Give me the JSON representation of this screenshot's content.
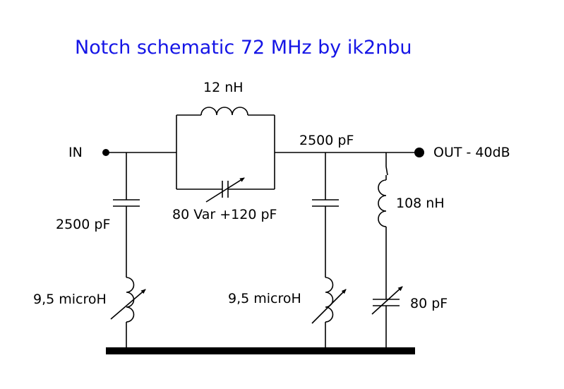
{
  "title": "Notch schematic 72 MHz by ik2nbu",
  "labels": {
    "input": "IN",
    "output": "OUT - 40dB",
    "series_inductor": "12 nH",
    "series_var_cap": "80 Var +120 pF",
    "shunt_cap_left": "2500 pF",
    "shunt_ind_left": "9,5 microH",
    "coupling_cap": "2500 pF",
    "shunt_ind_mid": "9,5 microH",
    "out_inductor": "108 nH",
    "out_trim_cap": "80 pF"
  },
  "colors": {
    "title": "#1515e6",
    "lines": "#000000",
    "background": "#ffffff"
  }
}
